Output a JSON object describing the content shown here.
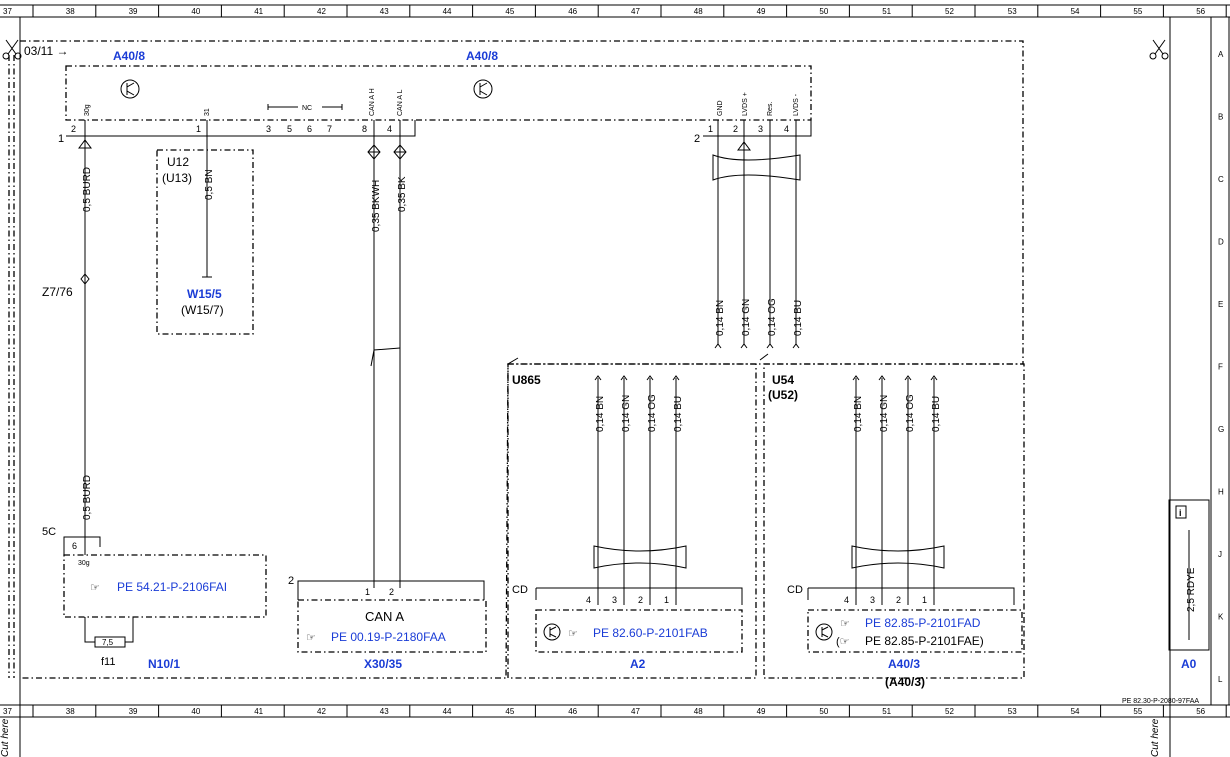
{
  "ruler": {
    "cols": [
      "37",
      "38",
      "39",
      "40",
      "41",
      "42",
      "43",
      "44",
      "45",
      "46",
      "47",
      "48",
      "49",
      "50",
      "51",
      "52",
      "53",
      "54",
      "55",
      "56"
    ],
    "rows": [
      "A",
      "B",
      "C",
      "D",
      "E",
      "F",
      "G",
      "H",
      "J",
      "K",
      "L"
    ]
  },
  "ref_top": "03/11 →",
  "drawing_id": "PE 82.30-P-2080-97FAA",
  "cut_here": "Cut here",
  "units": {
    "a40_8": {
      "label_left": "A40/8",
      "label_right": "A40/8",
      "pins_left": [
        "30g",
        "31"
      ],
      "nc_label": "NC",
      "can_pins": [
        "CAN A H",
        "CAN A L"
      ],
      "lvds_pins": [
        "GND",
        "LVDS +",
        "Res.",
        "LVDS -"
      ],
      "left_pin_nums": [
        "2",
        "1",
        "3",
        "5",
        "6",
        "7",
        "8",
        "4"
      ],
      "right_pin_nums": [
        "1",
        "2",
        "3",
        "4"
      ],
      "connector_left": "1",
      "connector_right": "2"
    },
    "u12": {
      "label": "U12",
      "alt": "(U13)",
      "wire": "0,5 BN",
      "target": "W15/5",
      "target_alt": "(W15/7)"
    },
    "wire_burd_top": "0,5 BURD",
    "z7": "Z7/76",
    "wire_burd_bottom": "0,5 BURD",
    "can_wires": [
      "0,35 BKWH",
      "0,35 BK"
    ],
    "lvds_wires": [
      "0,14 BN",
      "0,14 GN",
      "0,14 OG",
      "0,14 BU"
    ],
    "n10": {
      "ref": "5C",
      "pin": "6",
      "pin_label": "30g",
      "link": "PE 54.21-P-2106FAI",
      "fuse": "7,5",
      "fuse_label": "f11",
      "label": "N10/1"
    },
    "x30": {
      "conn": "2",
      "pins": [
        "1",
        "2"
      ],
      "title": "CAN A",
      "link": "PE 00.19-P-2180FAA",
      "label": "X30/35"
    },
    "u865": {
      "label": "U865",
      "conn": "CD",
      "pins": [
        "4",
        "3",
        "2",
        "1"
      ],
      "link": "PE 82.60-P-2101FAB",
      "label_bottom": "A2"
    },
    "u54": {
      "label": "U54",
      "alt": "(U52)",
      "conn": "CD",
      "pins": [
        "4",
        "3",
        "2",
        "1"
      ],
      "link1": "PE 82.85-P-2101FAD",
      "link2": "PE 82.85-P-2101FAE)",
      "label_bottom": "A40/3",
      "label_bottom_alt": "(A40/3)"
    },
    "a0": {
      "wire": "2,5 RDYE",
      "label": "A0"
    }
  }
}
